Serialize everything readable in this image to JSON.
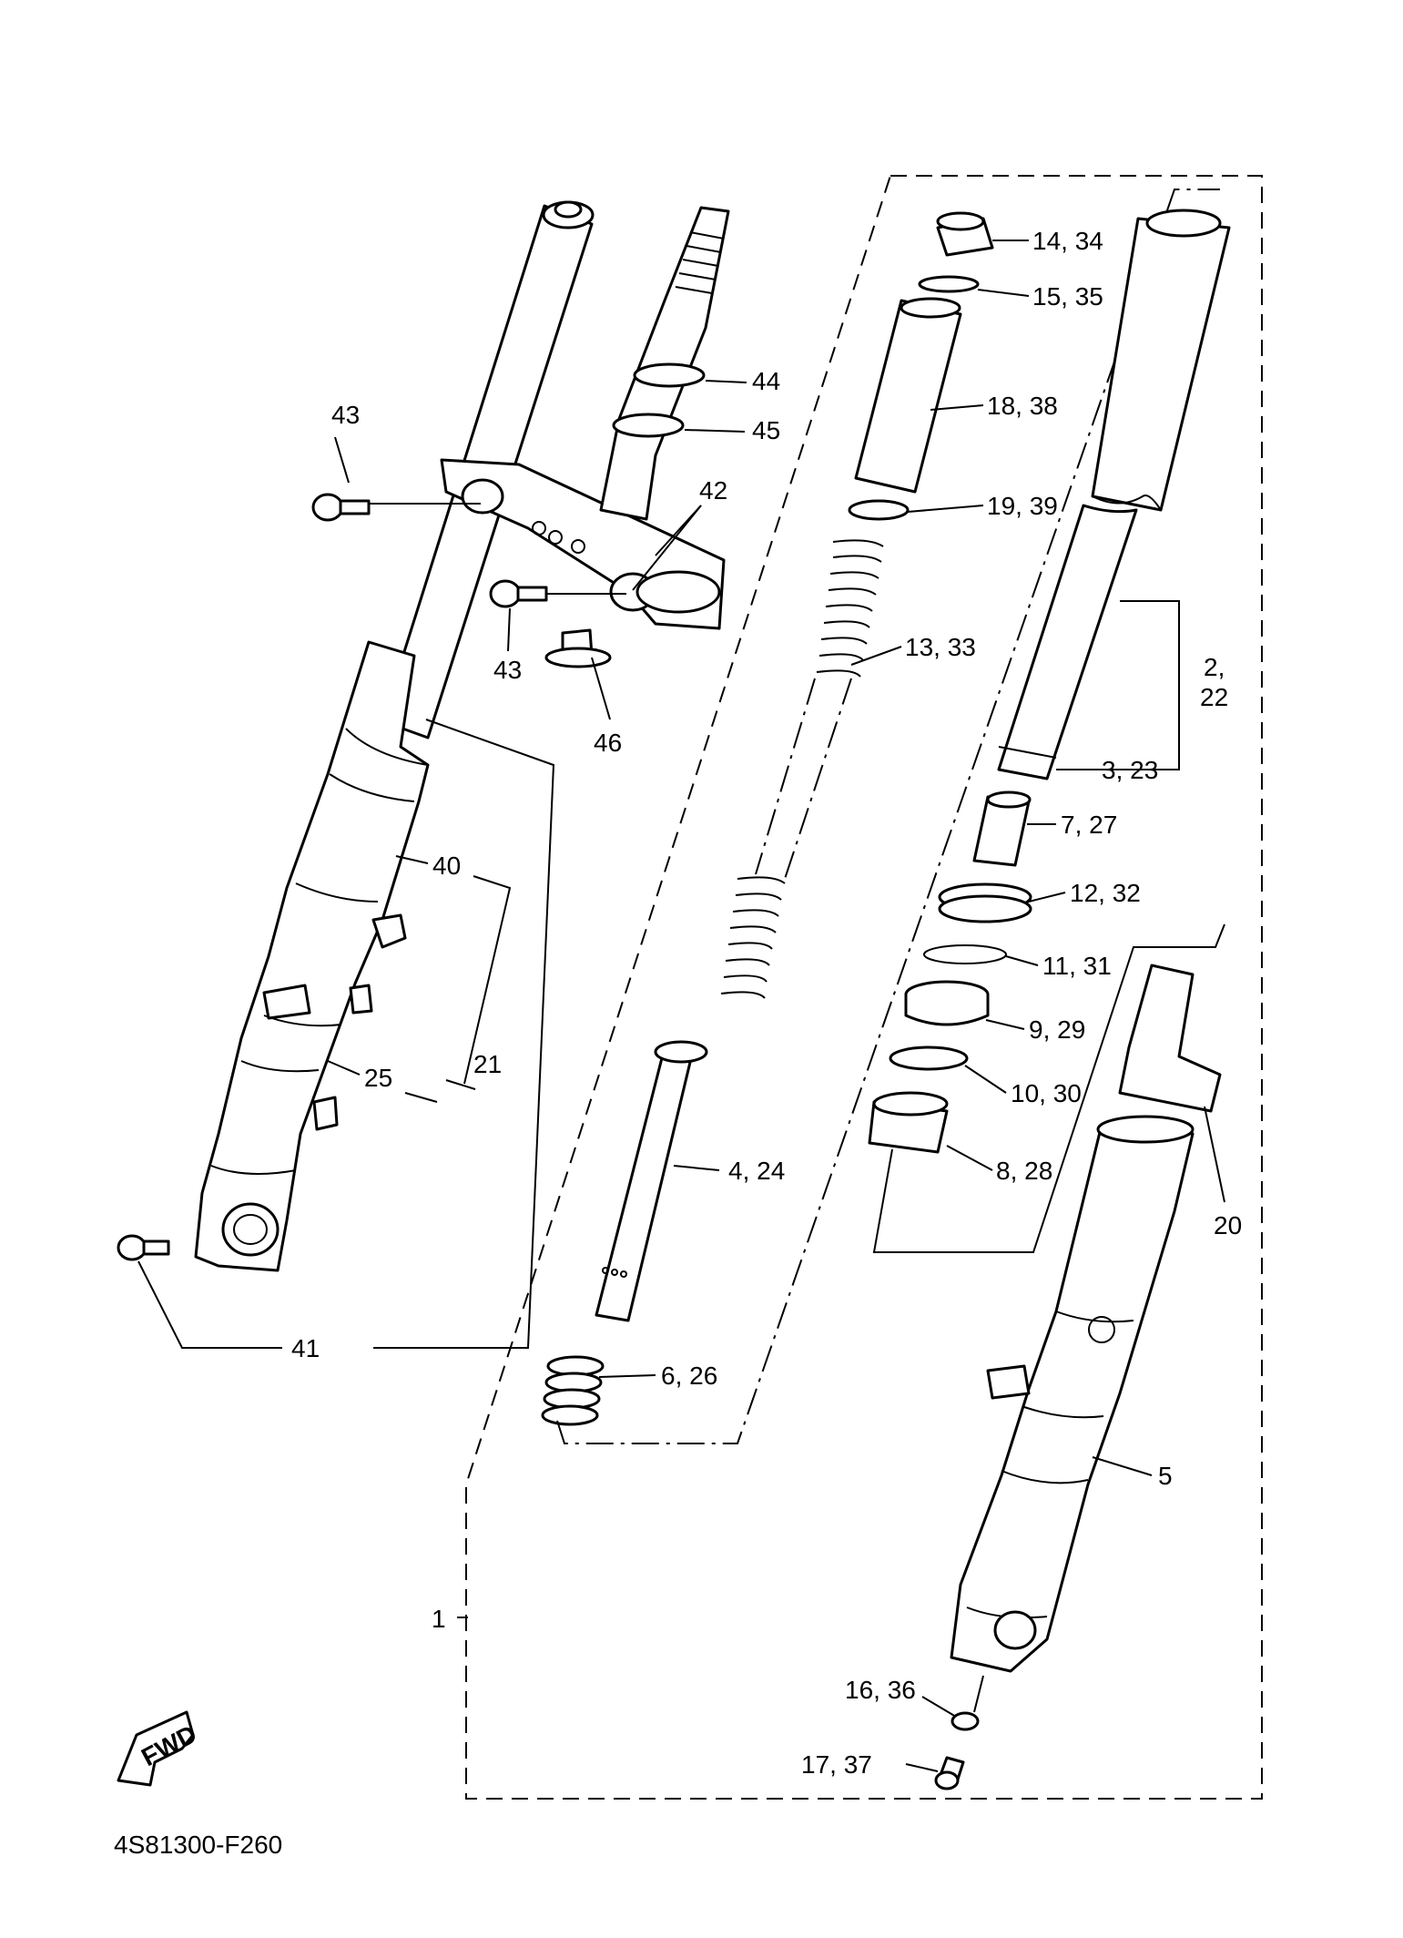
{
  "diagram_code": "4S81300-F260",
  "fwd_badge": "FWD",
  "callouts": {
    "c1": "1",
    "c2_22_a": "2,",
    "c2_22_b": "22",
    "c3_23": "3, 23",
    "c4_24": "4, 24",
    "c5": "5",
    "c6_26": "6, 26",
    "c7_27": "7, 27",
    "c8_28": "8, 28",
    "c9_29": "9, 29",
    "c10_30": "10, 30",
    "c11_31": "11, 31",
    "c12_32": "12, 32",
    "c13_33": "13, 33",
    "c14_34": "14, 34",
    "c15_35": "15, 35",
    "c16_36": "16, 36",
    "c17_37": "17, 37",
    "c18_38": "18, 38",
    "c19_39": "19, 39",
    "c20": "20",
    "c21": "21",
    "c25": "25",
    "c40": "40",
    "c41": "41",
    "c42": "42",
    "c43_top": "43",
    "c43_mid": "43",
    "c44": "44",
    "c45": "45",
    "c46": "46"
  }
}
